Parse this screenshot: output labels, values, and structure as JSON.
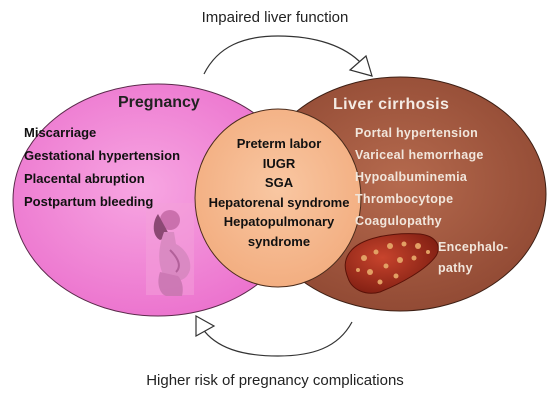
{
  "captions": {
    "top": "Impaired liver function",
    "bottom": "Higher risk of pregnancy complications"
  },
  "pregnancy": {
    "title": "Pregnancy",
    "items": [
      "Miscarriage",
      "Gestational hypertension",
      "Placental abruption",
      "Postpartum bleeding"
    ]
  },
  "liver": {
    "title": "Liver cirrhosis",
    "items": [
      "Portal hypertension",
      "Variceal hemorrhage",
      "Hypoalbuminemia",
      "Thrombocytope",
      "Coagulopathy"
    ],
    "encephalopathy": [
      "Encephalo-",
      "pathy"
    ]
  },
  "shared": {
    "items": [
      "Preterm labor",
      "IUGR",
      "SGA",
      "Hepatorenal syndrome",
      "Hepatopulmonary",
      "syndrome"
    ]
  },
  "colors": {
    "pregnancy_fill": "#f07fd2",
    "liver_fill": "#a0563e",
    "shared_fill": "#f6b990"
  },
  "icons": {
    "woman": "pregnant-woman-icon",
    "liver": "liver-icon"
  }
}
